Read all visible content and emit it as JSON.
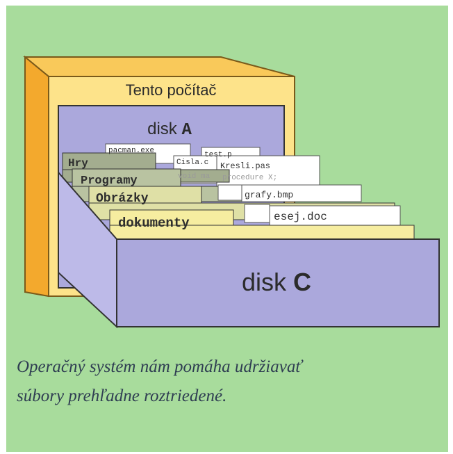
{
  "diagram": {
    "cabinet_label": "Tento počítač",
    "disk_a": {
      "prefix": "disk ",
      "letter": "A"
    },
    "disk_c": {
      "prefix": "disk ",
      "letter": "C"
    },
    "folders": [
      {
        "label": "Hry"
      },
      {
        "label": "Programy"
      },
      {
        "label": "Obrázky"
      },
      {
        "label": "dokumenty"
      }
    ],
    "files": {
      "pacman": "pacman.exe",
      "test": "test.p",
      "cisla": "Cisla.c",
      "void_main": "void ma",
      "kresli": "Kresli.pas",
      "procedure": "procedure X;",
      "grafy": "grafy.bmp",
      "esej": "esej.doc"
    }
  },
  "caption": {
    "line1": "Operačný systém nám pomáha udržiavať",
    "line2": "súbory prehľadne roztriedené."
  },
  "colors": {
    "background": "#a8dc9c",
    "cabinet_orange": "#f6b73c",
    "cabinet_yellow": "#fde38a",
    "disk_purple": "#aba8dc",
    "caption_text": "#2f3e52"
  }
}
